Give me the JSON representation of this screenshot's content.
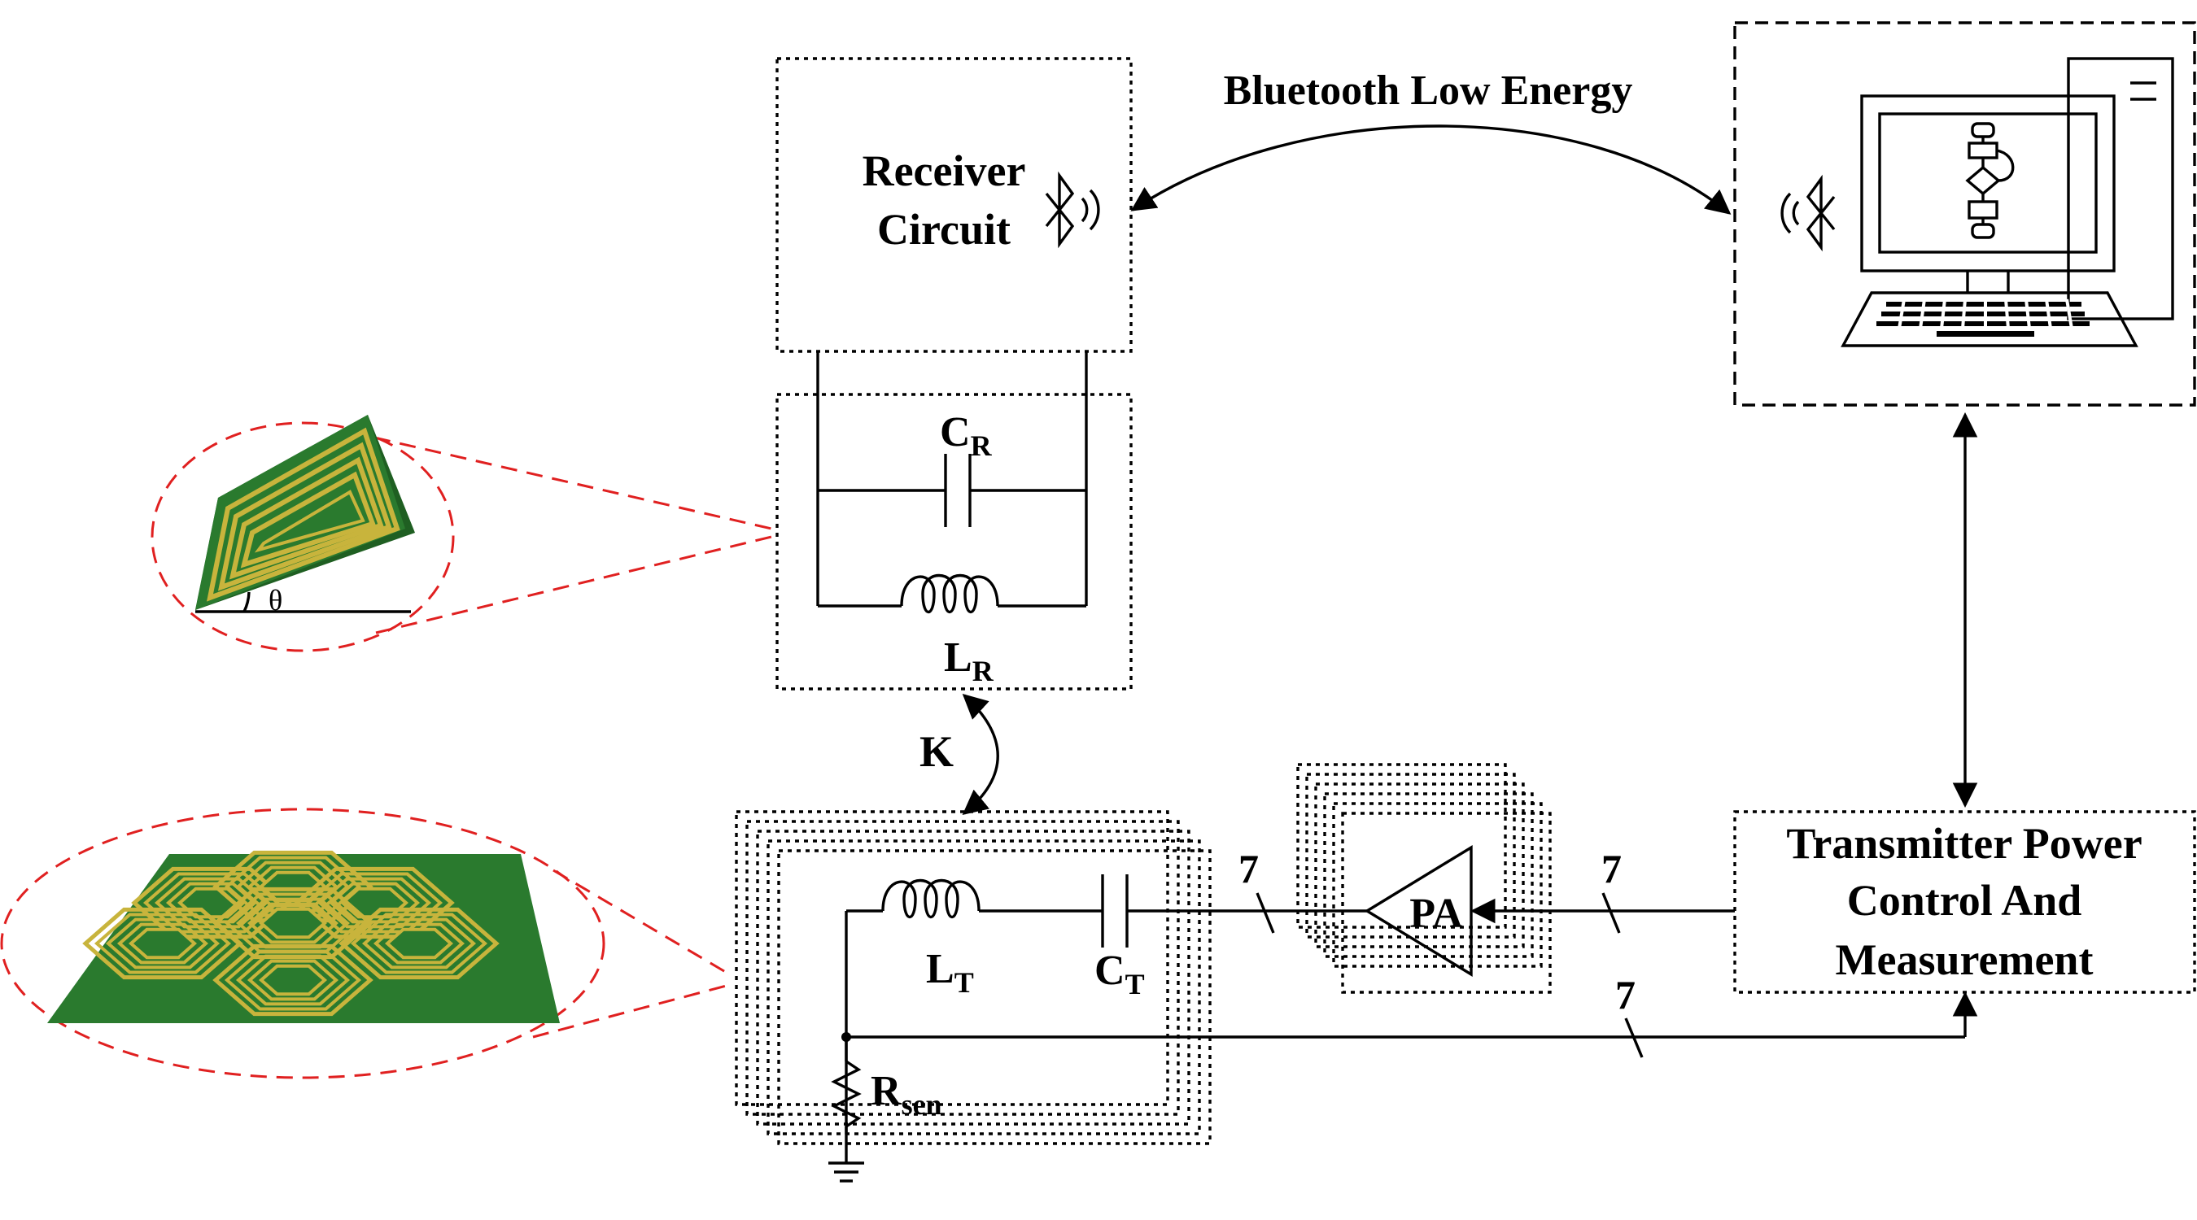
{
  "labels": {
    "ble": "Bluetooth Low Energy",
    "receiver_line1": "Receiver",
    "receiver_line2": "Circuit",
    "cr_main": "C",
    "cr_sub": "R",
    "lr_main": "L",
    "lr_sub": "R",
    "k": "K",
    "lt_main": "L",
    "lt_sub": "T",
    "ct_main": "C",
    "ct_sub": "T",
    "rsen_main": "R",
    "rsen_sub": "sen",
    "pa": "PA",
    "bus_to_array": "7",
    "bus_to_pa": "7",
    "bus_sense": "7",
    "tx_line1": "Transmitter Power",
    "tx_line2": "Control And",
    "tx_line3": "Measurement",
    "theta": "θ"
  },
  "colors": {
    "pcb_green": "#2a7a2e",
    "coil_gold": "#c8b43c",
    "zoom_red": "#e02020"
  },
  "icons": [
    "bluetooth-icon",
    "computer-icon",
    "ground-icon"
  ]
}
